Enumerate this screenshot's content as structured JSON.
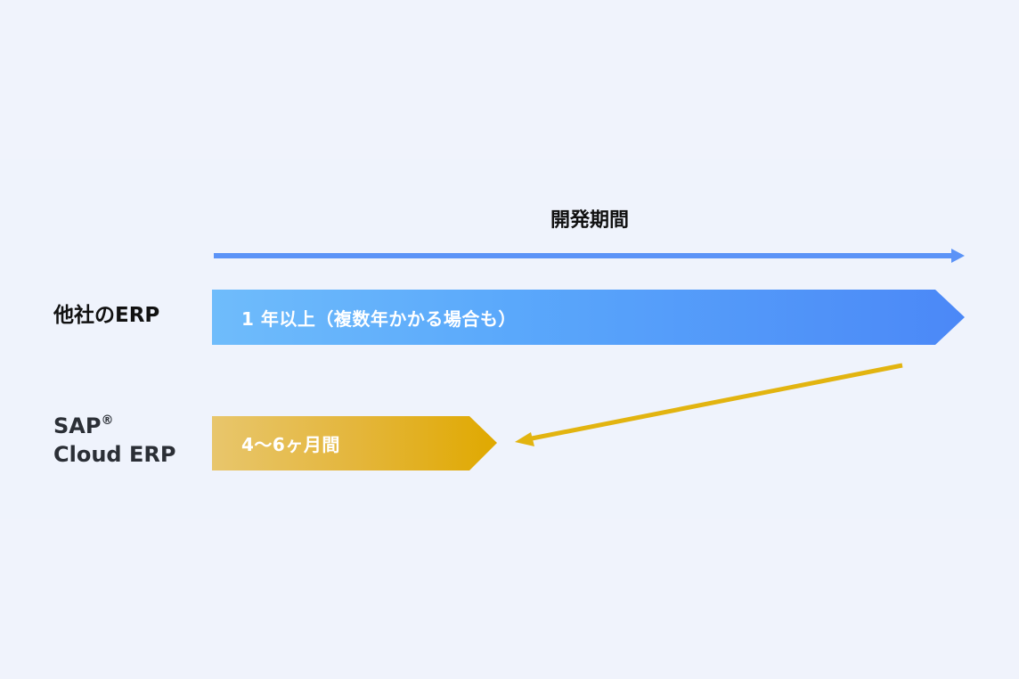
{
  "diagram": {
    "title": "開発期間",
    "timeline_axis": {
      "direction": "right",
      "color": "#5b93f7"
    },
    "rows": [
      {
        "label": "他社のERP",
        "bar_text": "1 年以上（複数年かかる場合も）",
        "colors": [
          "#6fbcfb",
          "#4b88f7"
        ]
      },
      {
        "label_line1": "SAP",
        "label_sup": "®",
        "label_line2": "Cloud ERP",
        "bar_text": "4〜6ヶ月間",
        "colors": [
          "#e8c66c",
          "#e0a900"
        ]
      }
    ],
    "comparison_arrow": {
      "from": "他社のERP",
      "to": "SAP Cloud ERP",
      "color": "#e2b410"
    }
  }
}
